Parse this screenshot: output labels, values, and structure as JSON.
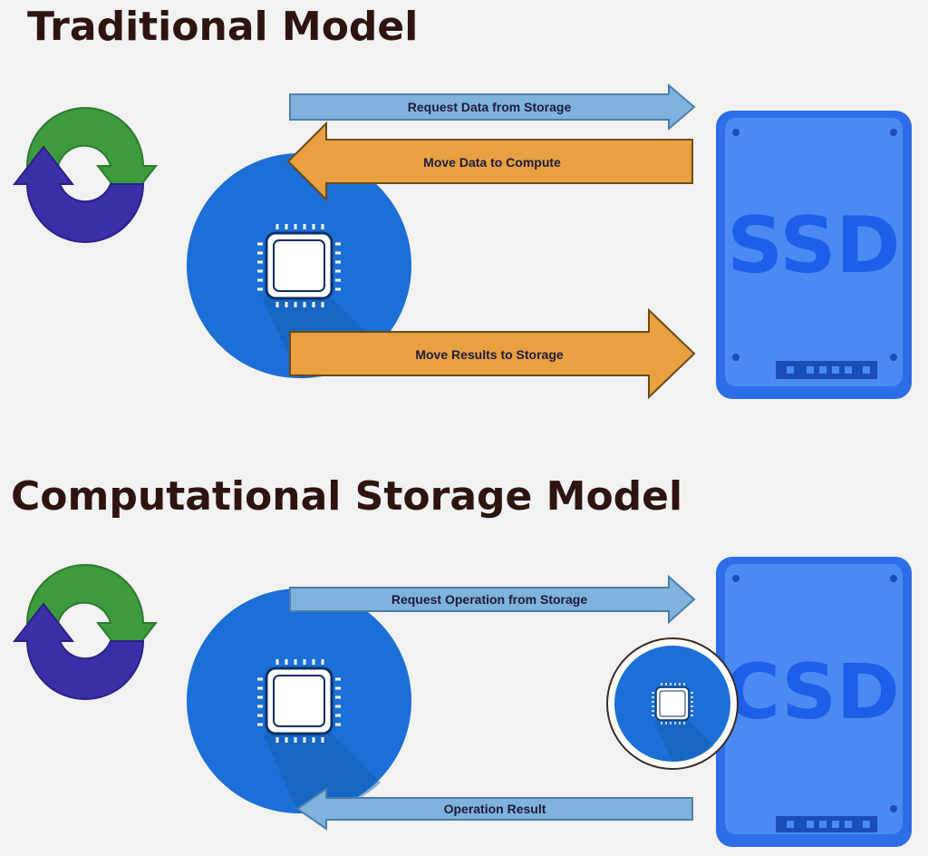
{
  "traditional": {
    "title": "Traditional Model",
    "arrow_request": "Request Data from Storage",
    "arrow_move_data": "Move Data to Compute",
    "arrow_move_results": "Move Results to Storage",
    "drive_label": "SSD"
  },
  "computational": {
    "title": "Computational Storage Model",
    "arrow_request": "Request Operation from Storage",
    "arrow_result": "Operation Result",
    "drive_label": "CSD"
  },
  "colors": {
    "title": "#2e1410",
    "light_blue_arrow": "#7fb2dc",
    "orange_arrow": "#e8a040",
    "drive_blue": "#3d7ef0",
    "cpu_circle": "#1b6fd6",
    "cycle_green": "#3d9a3d",
    "cycle_purple": "#3b2fa8"
  },
  "icons": [
    "cycle-icon",
    "cpu-icon",
    "ssd-drive-icon",
    "csd-drive-icon"
  ]
}
